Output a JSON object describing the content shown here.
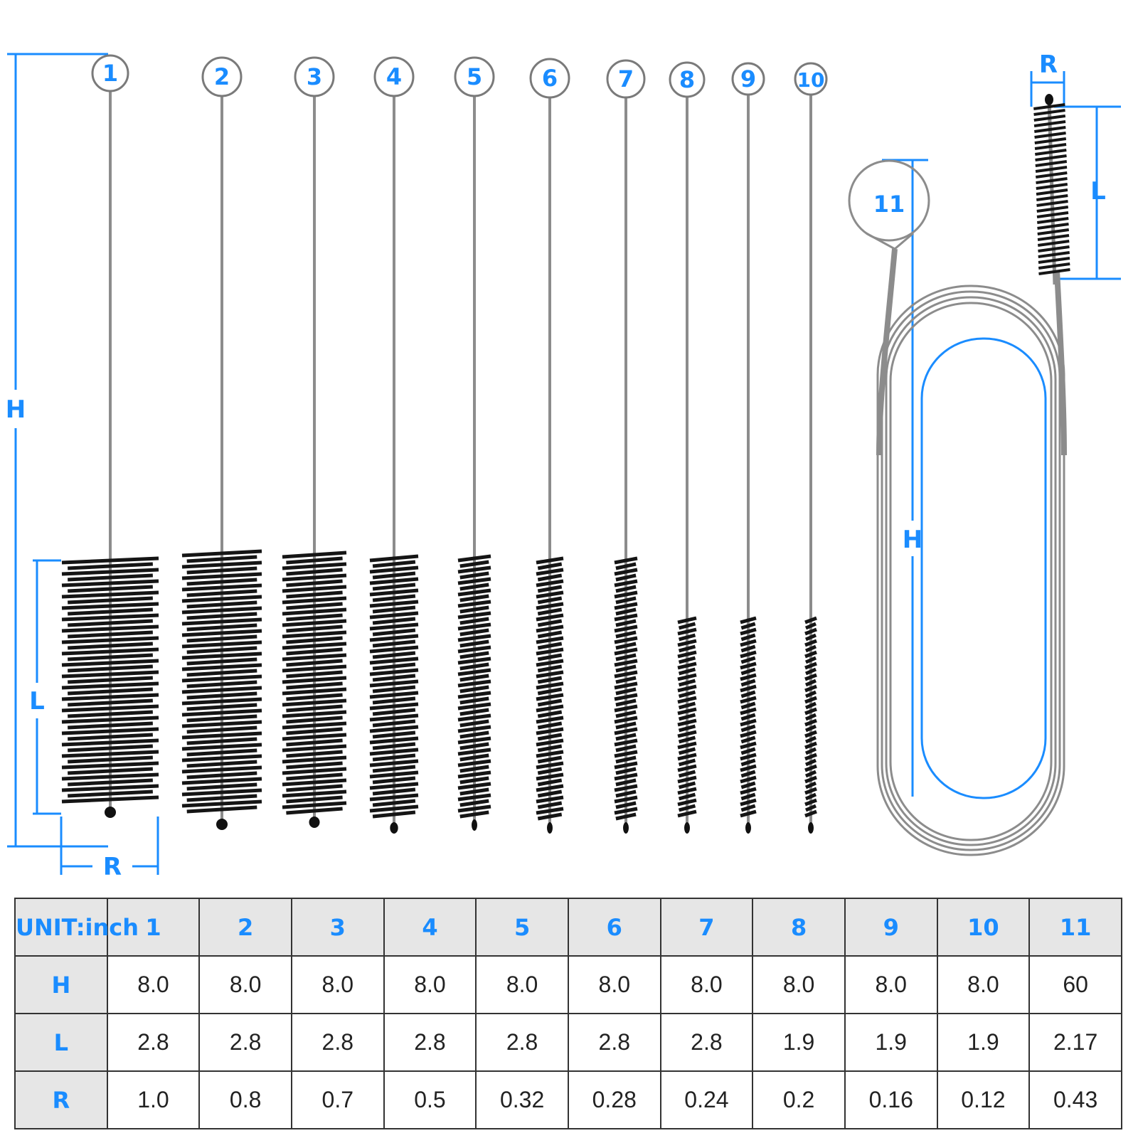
{
  "brush_labels": [
    "1",
    "2",
    "3",
    "4",
    "5",
    "6",
    "7",
    "8",
    "9",
    "10"
  ],
  "flex_brush_label": "11",
  "dimension_labels": {
    "height": "H",
    "length": "L",
    "radius": "R"
  },
  "colors": {
    "accent": "#1a8cff",
    "bristle": "#151515",
    "wire": "#8c8c8c",
    "grid": "#333333",
    "header_bg": "#e6e6e6"
  },
  "table": {
    "unit_label": "UNIT:inch",
    "columns": [
      "1",
      "2",
      "3",
      "4",
      "5",
      "6",
      "7",
      "8",
      "9",
      "10",
      "11"
    ],
    "rows": [
      {
        "label": "H",
        "values": [
          "8.0",
          "8.0",
          "8.0",
          "8.0",
          "8.0",
          "8.0",
          "8.0",
          "8.0",
          "8.0",
          "8.0",
          "60"
        ]
      },
      {
        "label": "L",
        "values": [
          "2.8",
          "2.8",
          "2.8",
          "2.8",
          "2.8",
          "2.8",
          "2.8",
          "1.9",
          "1.9",
          "1.9",
          "2.17"
        ]
      },
      {
        "label": "R",
        "values": [
          "1.0",
          "0.8",
          "0.7",
          "0.5",
          "0.32",
          "0.28",
          "0.24",
          "0.2",
          "0.16",
          "0.12",
          "0.43"
        ]
      }
    ]
  }
}
